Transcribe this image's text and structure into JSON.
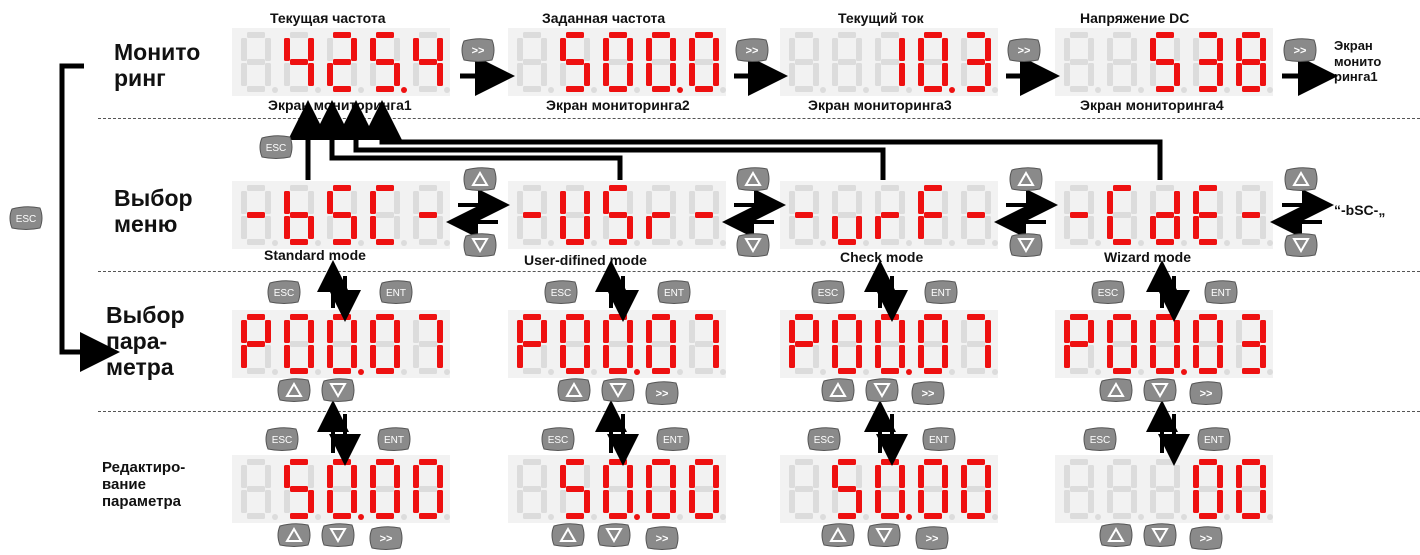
{
  "rows": {
    "monitoring": "Монито\nринг",
    "menu": "Выбор\nменю",
    "param": "Выбор\nпара-\nметра",
    "edit": "Редактиро-\nвание\nпараметра"
  },
  "top_labels": [
    "Текущая частота",
    "Заданная частота",
    "Текущий ток",
    "Напряжение DC"
  ],
  "screen_labels": [
    "Экран мониторинга1",
    "Экран мониторинга2",
    "Экран мониторинга3",
    "Экран мониторинга4"
  ],
  "screen_return": "Экран\nмонито\nринга1",
  "mode_labels": [
    "Standard mode",
    "User-difined mode",
    "Check mode",
    "Wizard mode"
  ],
  "menu_wrap": "“-bSC-„",
  "keys": {
    "esc": "ESC",
    "ent": "ENT",
    "shift": ">>"
  },
  "displays": {
    "monitor": [
      "  4254",
      "  5000",
      "   103",
      "   538"
    ],
    "menu": [
      "-bSC-",
      "-USr-",
      "-urF-",
      "-CdE-"
    ],
    "param": [
      "P0007",
      "P0007",
      "P0007",
      "P0003"
    ],
    "edit": [
      " 5000",
      " 5000",
      " 5000",
      "   00"
    ]
  },
  "dot_positions": {
    "monitor": [
      3,
      3,
      3,
      -1
    ],
    "param": [
      2,
      2,
      2,
      2
    ],
    "edit": [
      2,
      2,
      2,
      -1
    ]
  },
  "colors": {
    "segment_on": "#ee1111",
    "segment_off": "#dcdcdc",
    "display_bg": "#f2f2f2",
    "key_fill": "#8a8a8a",
    "key_text": "#ffffff"
  }
}
